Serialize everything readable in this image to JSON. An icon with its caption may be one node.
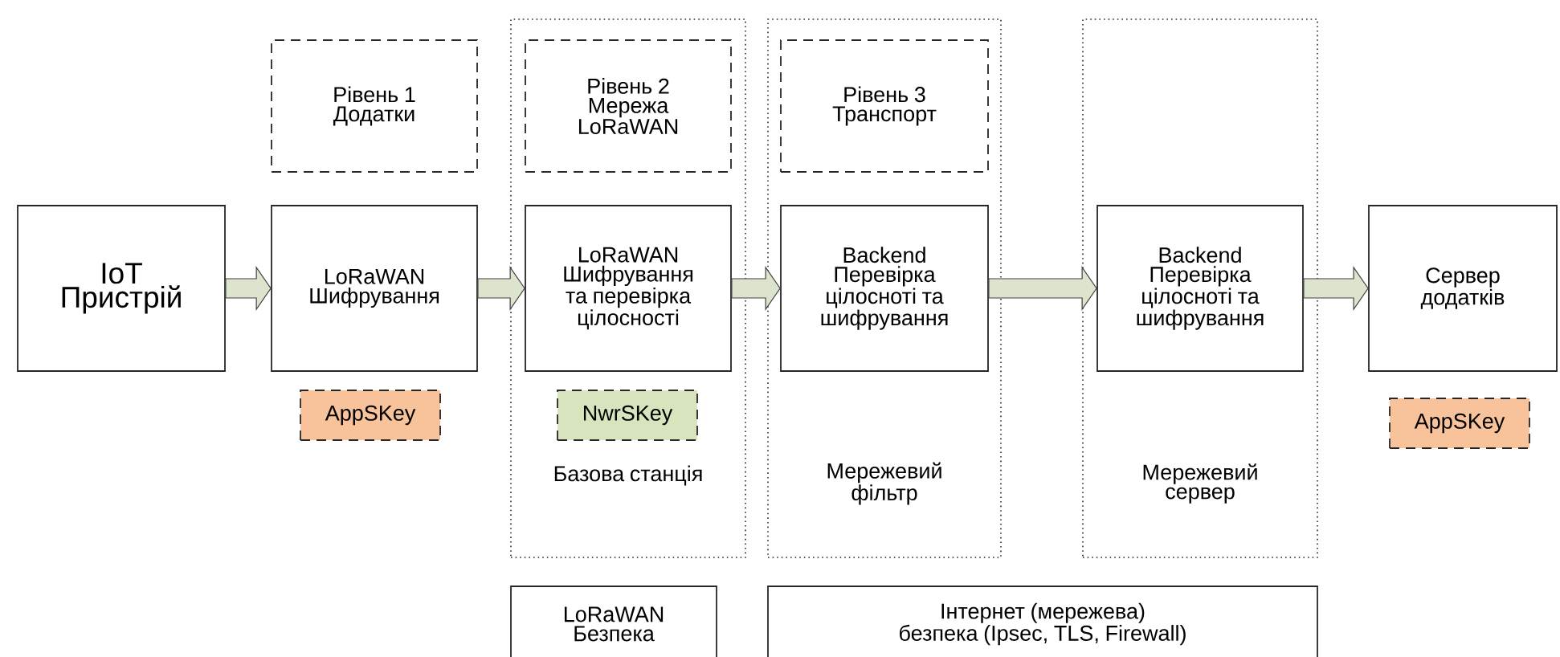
{
  "diagram": {
    "nodes": [
      {
        "text": [
          "IoT Пристрій"
        ]
      },
      {
        "text": [
          "Рівень 1 Додатки"
        ]
      },
      {
        "text": [
          "LoRaWAN Шифрування"
        ]
      },
      {
        "text": [
          "AppSKey"
        ]
      },
      {
        "text": [
          "Базова станція"
        ]
      },
      {
        "text": [
          "Рівень 2 Мережа LoRaWAN"
        ],
        "in": 4
      },
      {
        "text": [
          "LoRaWAN Шифрування та перевірка цілосності"
        ],
        "in": 4
      },
      {
        "text": [
          "NwrSKey"
        ],
        "in": 4
      },
      {
        "text": [
          "Мережевий фільтр"
        ]
      },
      {
        "text": [
          "Рівень 3 Транспорт"
        ],
        "in": 8
      },
      {
        "text": [
          "Backend Перевірка цілосноті та шифрування"
        ],
        "in": 8
      },
      {
        "text": [
          "Мережевий сервер"
        ]
      },
      {
        "text": [
          "Backend Перевірка цілосноті та шифрування"
        ],
        "in": 11
      },
      {
        "text": [
          "Сервер додатків"
        ]
      },
      {
        "text": [
          "AppSKey"
        ]
      },
      {
        "text": [
          "LoRaWAN Безпека"
        ]
      },
      {
        "text": [
          "Інтернет (мережева) безпека (Ipsec, TLS, Firewall)"
        ]
      }
    ],
    "edges": [
      {
        "from": 0,
        "to": 2,
        "arrow": "to"
      },
      {
        "from": 2,
        "to": 6,
        "arrow": "to"
      },
      {
        "from": 6,
        "to": 10,
        "arrow": "to"
      },
      {
        "from": 10,
        "to": 12,
        "arrow": "to"
      },
      {
        "from": 12,
        "to": 13,
        "arrow": "to"
      }
    ]
  }
}
